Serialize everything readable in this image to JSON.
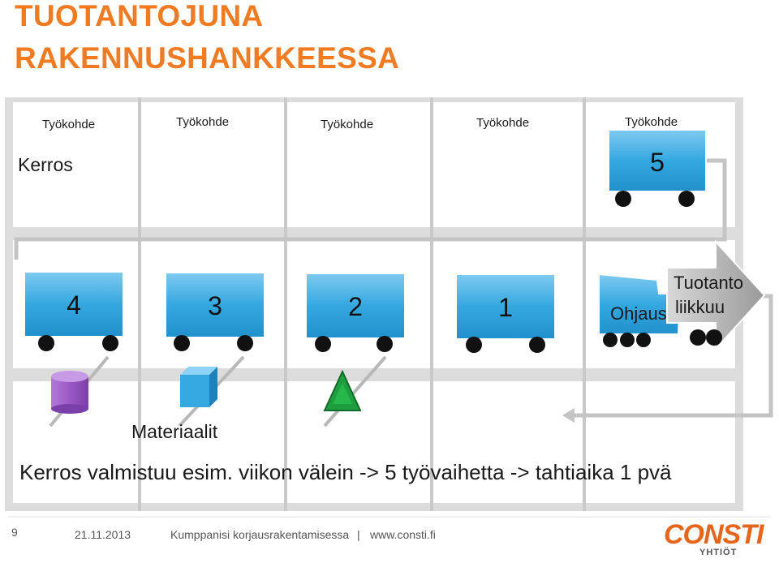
{
  "title": {
    "line1": "TUOTANTOJUNA",
    "line2": "RAKENNUSHANKKEESSA"
  },
  "work_labels": [
    "Työkohde",
    "Työkohde",
    "Työkohde",
    "Työkohde",
    "Työkohde"
  ],
  "floor_label": "Kerros",
  "wagons": {
    "top": "5",
    "middle": [
      "4",
      "3",
      "2",
      "1"
    ]
  },
  "control_label": "Ohjaus",
  "production_arrow": {
    "line1": "Tuotanto",
    "line2": "liikkuu"
  },
  "materials_label": "Materiaalit",
  "summary": "Kerros valmistuu esim. viikon välein -> 5 työvaihetta -> tahtiaika 1 pvä",
  "footer": {
    "page": "9",
    "date": "21.11.2013",
    "event": "Kumppanisi korjausrakentamisessa",
    "separator": "|",
    "url": "www.consti.fi"
  },
  "logo": {
    "name": "CONSTI",
    "sub": "YHTIÖT"
  },
  "colors": {
    "title": "#f07b22",
    "wagon": "#35a8e0",
    "board": "#dcdcdc",
    "material_cylinder": "#9b59c5",
    "material_cube": "#35a8e0",
    "material_pyramid": "#1e9e3e",
    "logo": "#e4661d"
  }
}
